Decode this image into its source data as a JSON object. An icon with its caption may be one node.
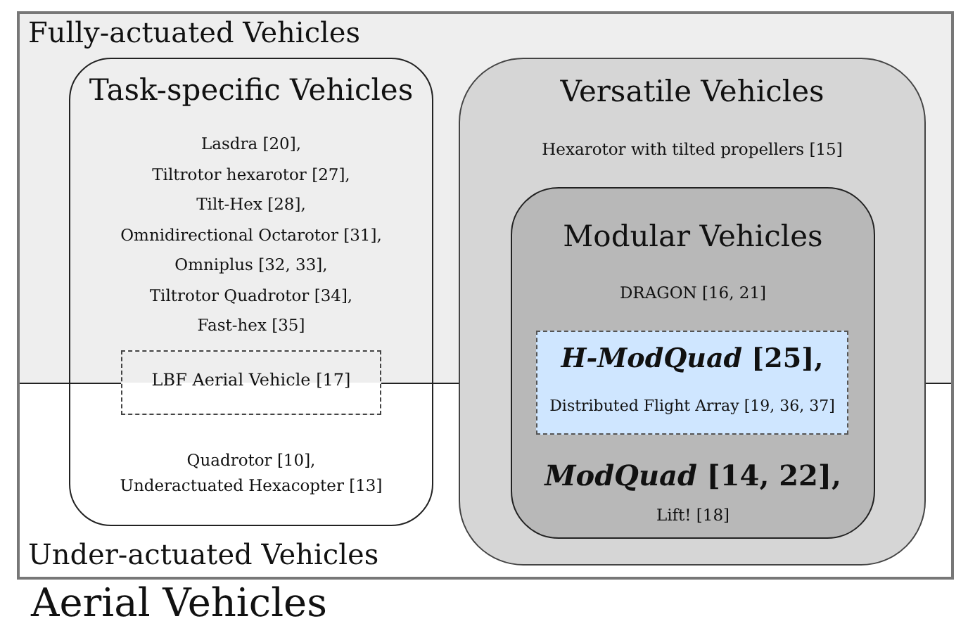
{
  "diagram": {
    "nodes": [
      {
        "text": [
          "Aerial Vehicles"
        ]
      },
      {
        "text": [
          "Fully-actuated Vehicles"
        ],
        "in": 0
      },
      {
        "text": [
          "Under-actuated Vehicles"
        ],
        "in": 0
      },
      {
        "text": [
          "Task-specific Vehicles",
          "Lasdra [20], Tiltrotor hexarotor [27], Tilt-Hex [28], Omnidirectional Octarotor [31], Omniplus [32, 33], Tiltrotor Quadrotor [34], Fast-hex [35]",
          "Quadrotor [10], Underactuated Hexacopter [13]"
        ],
        "in": 0
      },
      {
        "text": [
          "LBF Aerial Vehicle [17]"
        ],
        "in": 3
      },
      {
        "text": [
          "Versatile Vehicles",
          "Hexarotor with tilted propellers [15]"
        ],
        "in": 0
      },
      {
        "text": [
          "Modular Vehicles",
          "DRAGON [16, 21]",
          "*ModQuad* [14, 22],",
          "Lift! [18]"
        ],
        "in": 5
      },
      {
        "text": [
          "*H-ModQuad* [25],",
          "Distributed Flight Array [19, 36, 37]"
        ],
        "in": 6
      }
    ],
    "edges": []
  }
}
